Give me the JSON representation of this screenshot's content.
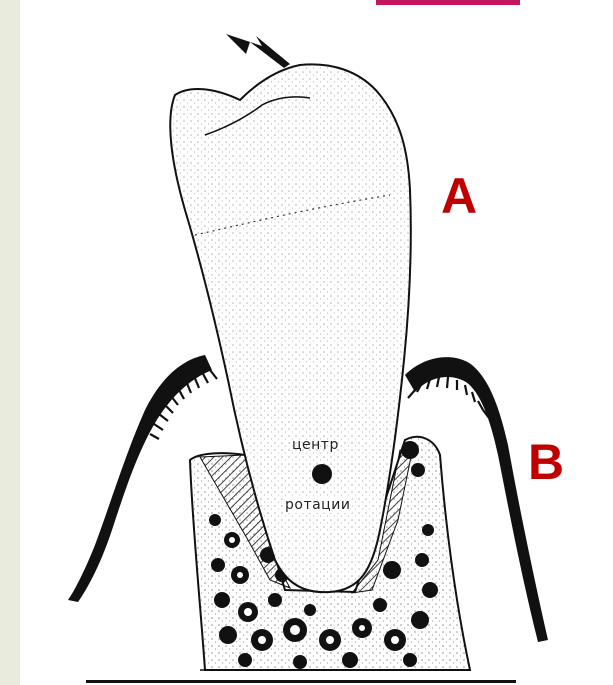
{
  "colors": {
    "label": "#c00000",
    "accent": "#c2185b",
    "ink": "#111111"
  },
  "labels": {
    "a": "A",
    "b": "B"
  },
  "rotation_center": {
    "line1": "центр",
    "line2": "ротации"
  },
  "icons": {
    "force_arrow": "arrow-icon"
  }
}
